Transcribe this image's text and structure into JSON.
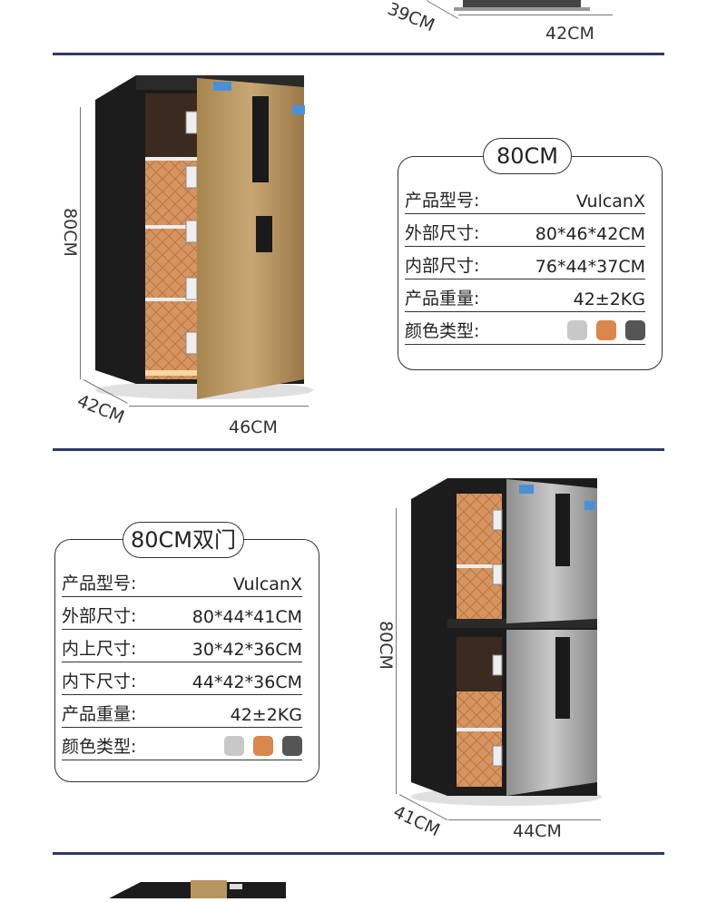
{
  "top": {
    "dim_depth": "39CM",
    "dim_width": "42CM"
  },
  "safe1": {
    "title": "80CM",
    "dim_height": "80CM",
    "dim_depth": "42CM",
    "dim_width": "46CM",
    "specs": [
      {
        "label": "产品型号:",
        "value": "VulcanX"
      },
      {
        "label": "外部尺寸:",
        "value": "80*46*42CM"
      },
      {
        "label": "内部尺寸:",
        "value": "76*44*37CM"
      },
      {
        "label": "产品重量:",
        "value": "42±2KG"
      }
    ],
    "color_label": "颜色类型:",
    "colors": [
      "#c8c8c8",
      "#d9874a",
      "#555555"
    ]
  },
  "safe2": {
    "title": "80CM双门",
    "dim_height": "80CM",
    "dim_depth": "41CM",
    "dim_width": "44CM",
    "specs": [
      {
        "label": "产品型号:",
        "value": "VulcanX"
      },
      {
        "label": "外部尺寸:",
        "value": "80*44*41CM"
      },
      {
        "label": "内上尺寸:",
        "value": "30*42*36CM"
      },
      {
        "label": "内下尺寸:",
        "value": "44*42*36CM"
      },
      {
        "label": "产品重量:",
        "value": "42±2KG"
      }
    ],
    "color_label": "颜色类型:",
    "colors": [
      "#c8c8c8",
      "#d9874a",
      "#555555"
    ]
  }
}
